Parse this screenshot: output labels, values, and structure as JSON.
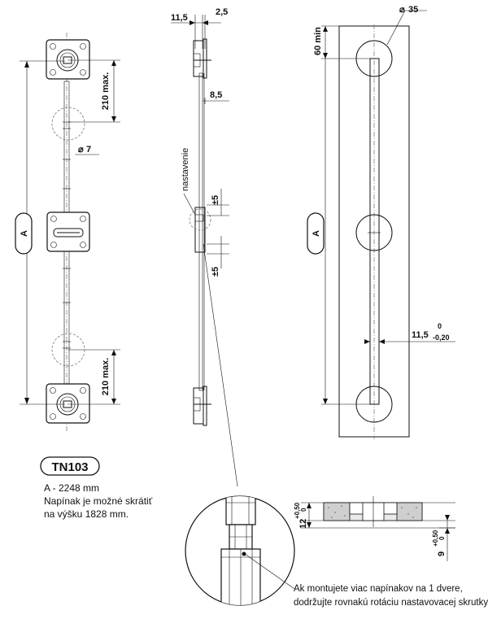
{
  "dims": {
    "d11_5": "11,5",
    "d2_5": "2,5",
    "d8_5": "8,5",
    "d210_top": "210 max.",
    "d210_bot": "210 max.",
    "d7": "7",
    "dA_left": "A",
    "dA_right": "A",
    "d35": "35",
    "d60": "60 min",
    "d5_a": "±5",
    "d5_b": "±5",
    "d11_5_tol": "11,5",
    "tol_0": "0",
    "tol_020": "-0,20",
    "d12": "12",
    "d12_tol_up": "+0,50",
    "d12_tol_low": "0",
    "d9": "9",
    "d9_tol_up": "+0,50",
    "d9_tol_low": "0",
    "diameter_symbol": "⌀"
  },
  "labels": {
    "nastavenie": "nastavenie"
  },
  "model": {
    "name": "TN103",
    "line1": "A - 2248 mm",
    "line2": "Napínak je možné skrátiť",
    "line3": "na výšku 1828 mm."
  },
  "note": {
    "line1": "Ak montujete viac napínakov na 1 dvere,",
    "line2": "dodržujte rovnakú rotáciu nastavovacej skrutky."
  }
}
